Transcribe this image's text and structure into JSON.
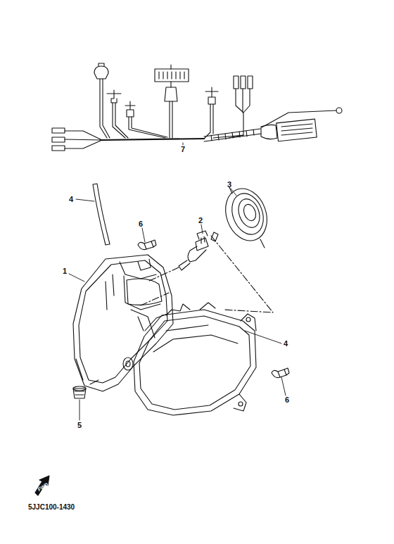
{
  "diagram": {
    "labels": [
      "7",
      "4",
      "3",
      "6",
      "2",
      "1",
      "4",
      "6",
      "5",
      "FWD",
      "5JJC100-1430"
    ]
  }
}
